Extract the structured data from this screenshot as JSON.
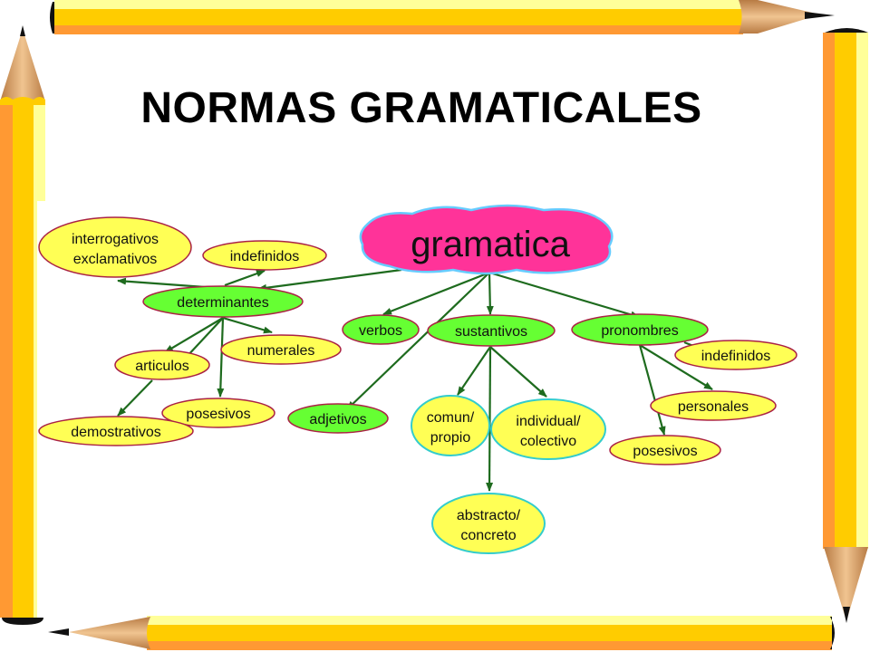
{
  "slide": {
    "title": "NORMAS GRAMATICALES",
    "colors": {
      "pencil_light": "#FFFF99",
      "pencil_mid": "#FFCC00",
      "pencil_dark": "#FF9933",
      "wood": "#D9A066",
      "graphite": "#111111",
      "root_fill": "#FF3399",
      "root_outline": "#66CCFF",
      "green_fill": "#66FF33",
      "yellow_fill": "#FFFF55",
      "node_border": "#AA2244",
      "cyan_border": "#33CCCC",
      "arrow": "#1E6B1E"
    }
  },
  "diagram": {
    "root": {
      "label": "gramatica"
    },
    "nodes": {
      "determinantes": "determinantes",
      "verbos": "verbos",
      "sustantivos": "sustantivos",
      "pronombres": "pronombres",
      "adjetivos": "adjetivos",
      "interrogativos_l1": "interrogativos",
      "interrogativos_l2": "exclamativos",
      "indefinidos_det": "indefinidos",
      "numerales": "numerales",
      "articulos": "articulos",
      "posesivos_det": "posesivos",
      "demostrativos": "demostrativos",
      "comun_l1": "comun/",
      "comun_l2": "propio",
      "individual_l1": "individual/",
      "individual_l2": "colectivo",
      "abstracto_l1": "abstracto/",
      "abstracto_l2": "concreto",
      "indefinidos_pron": "indefinidos",
      "personales": "personales",
      "posesivos_pron": "posesivos"
    },
    "edges": [
      [
        "gramatica",
        "determinantes"
      ],
      [
        "gramatica",
        "verbos"
      ],
      [
        "gramatica",
        "sustantivos"
      ],
      [
        "gramatica",
        "pronombres"
      ],
      [
        "gramatica",
        "adjetivos"
      ],
      [
        "determinantes",
        "interrogativos exclamativos"
      ],
      [
        "determinantes",
        "indefinidos"
      ],
      [
        "determinantes",
        "numerales"
      ],
      [
        "determinantes",
        "articulos"
      ],
      [
        "determinantes",
        "posesivos"
      ],
      [
        "articulos",
        "demostrativos"
      ],
      [
        "sustantivos",
        "comun/ propio"
      ],
      [
        "sustantivos",
        "individual/ colectivo"
      ],
      [
        "sustantivos",
        "abstracto/ concreto"
      ],
      [
        "pronombres",
        "indefinidos"
      ],
      [
        "pronombres",
        "personales"
      ],
      [
        "pronombres",
        "posesivos"
      ]
    ]
  }
}
